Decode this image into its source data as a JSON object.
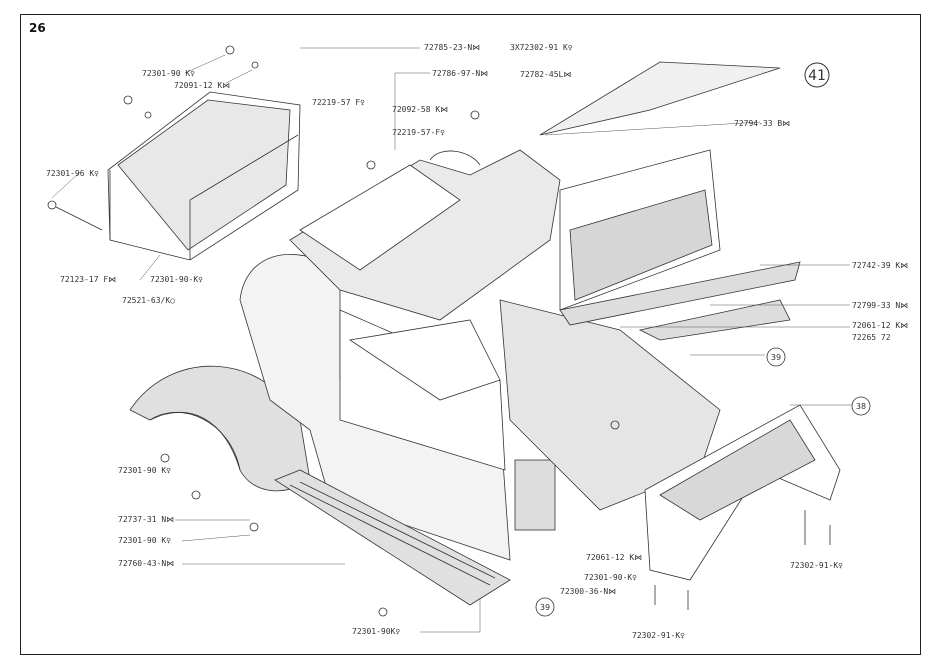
{
  "page_number": "26",
  "assembly_number": "41",
  "ref_a": "39",
  "ref_b": "38",
  "ref_c": "39",
  "labels": [
    "72301-90 K♀",
    "72091-12 K⋈",
    "72301-96 K♀",
    "72123-17 F⋈",
    "72301-90-K♀",
    "72521-63/K○",
    "72785-23-N⋈",
    "72786-97-N⋈",
    "72219-57 F♀",
    "72092-58 K⋈",
    "72219-57-F♀",
    "3X72302-91 K♀",
    "72782-45L⋈",
    "72794-33 B⋈",
    "72742-39 K⋈",
    "72799-33 N⋈",
    "72061-12 K⋈",
    "72265 72",
    "72301-90 K♀",
    "72737-31 N⋈",
    "72301-90 K♀",
    "72760-43-N⋈",
    "72301-90K♀",
    "72061-12 K⋈",
    "72301-90-K♀",
    "72300-36-N⋈",
    "72302-91-K♀",
    "72302-91-K♀"
  ]
}
